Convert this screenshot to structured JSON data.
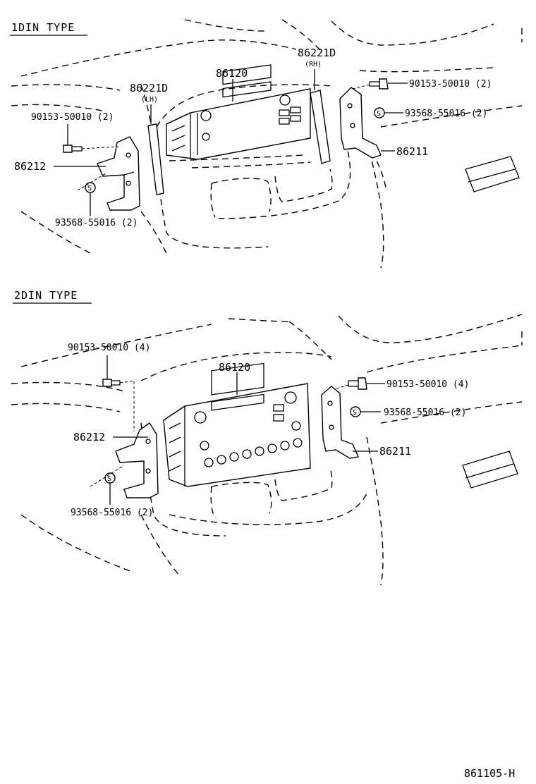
{
  "sections": {
    "top": {
      "title": "1DIN TYPE",
      "callouts": {
        "radio": "86120",
        "spacer_lh": "86221D",
        "spacer_lh_side": "(LH)",
        "spacer_rh": "86221D",
        "spacer_rh_side": "(RH)",
        "bolt_left": "90153-50010 (2)",
        "bolt_right": "90153-50010 (2)",
        "screw_left": "93568-55016 (2)",
        "screw_right": "93568-55016 (2)",
        "bracket_left": "86212",
        "bracket_right": "86211"
      }
    },
    "bottom": {
      "title": "2DIN TYPE",
      "callouts": {
        "radio": "86120",
        "bolt_left": "90153-50010 (4)",
        "bolt_right": "90153-50010 (4)",
        "screw_left": "93568-55016 (2)",
        "screw_right": "93568-55016 (2)",
        "bracket_left": "86212",
        "bracket_right": "86211"
      }
    }
  },
  "icons": {
    "screw_symbol": "S"
  },
  "footer": {
    "figure_code": "861105-H"
  }
}
